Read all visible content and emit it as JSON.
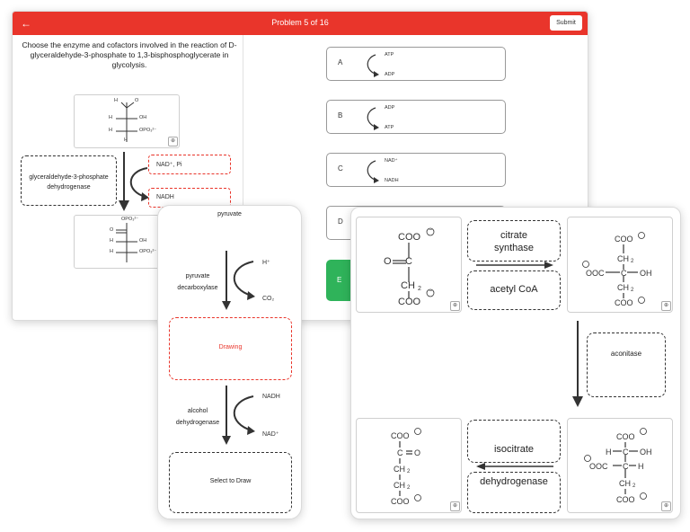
{
  "header": {
    "title": "Problem 5 of 16",
    "submit_label": "Submit",
    "back_icon": "←"
  },
  "question": "Choose the enzyme and cofactors involved in the reaction of D-glyceraldehyde-3-phosphate to 1,3-bisphosphoglycerate in glycolysis.",
  "left_panel": {
    "substrate": {
      "h": "H",
      "oh": "OH",
      "opo": "OPO₃²⁻",
      "o": "O"
    },
    "enzyme_line1": "glyceraldehyde-3-phosphate",
    "enzyme_line2": "dehydrogenase",
    "cofactor_top": "NAD⁺, Pi",
    "cofactor_bottom": "NADH",
    "product": {
      "opo_top": "OPO₃²⁻",
      "o": "O",
      "h": "H",
      "oh": "OH",
      "opo": "OPO₃²⁻"
    }
  },
  "options": [
    {
      "letter": "A",
      "top": "ATP",
      "bottom": "ADP"
    },
    {
      "letter": "B",
      "top": "ADP",
      "bottom": "ATP"
    },
    {
      "letter": "C",
      "top": "NAD⁺",
      "bottom": "NADH"
    },
    {
      "letter": "D"
    },
    {
      "letter": "E"
    }
  ],
  "phone": {
    "pyruvate": "pyruvate",
    "enzyme1_line1": "pyruvate",
    "enzyme1_line2": "decarboxylase",
    "in1": "H⁺",
    "out1": "CO₂",
    "drawing": "Drawing",
    "enzyme2_line1": "alcohol",
    "enzyme2_line2": "dehydrogenase",
    "in2": "NADH",
    "out2": "NAD⁺",
    "select": "Select to Draw"
  },
  "tca": {
    "enzyme1_line1": "citrate",
    "enzyme1_line2": "synthase",
    "cofactor1": "acetyl CoA",
    "enzyme2": "aconitase",
    "enzyme3_line1": "isocitrate",
    "enzyme3_line2": "dehydrogenase",
    "coo": "COO",
    "ooc": "OOC",
    "ch2": "CH",
    "sub2": "2",
    "o": "O",
    "c": "C",
    "oh": "OH",
    "h": "H",
    "minus": "−"
  },
  "colors": {
    "accent": "#e9352b",
    "green": "#2fb35a"
  }
}
